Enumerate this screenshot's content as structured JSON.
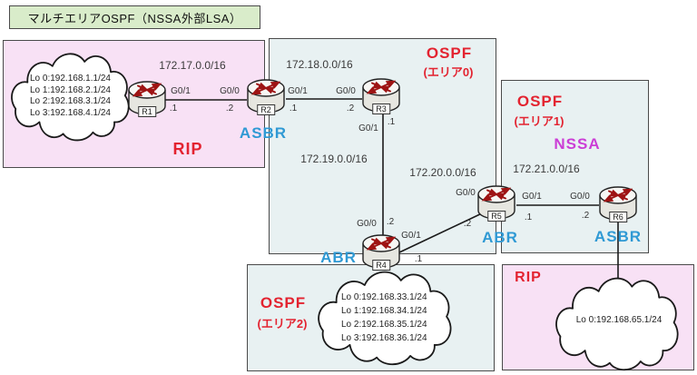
{
  "title": "マルチエリアOSPF（NSSA外部LSA）",
  "colors": {
    "rip_region_bg": "#f8e1f5",
    "ospf_region_bg": "#e8f1f2",
    "title_bg": "#d9ecca",
    "red_label": "#e32330",
    "blue_role_label": "#2f99d4",
    "nssa_label": "#cb3ed6"
  },
  "regions": {
    "rip_left": {
      "protocol": "RIP"
    },
    "ospf_area0": {
      "protocol": "OSPF",
      "area": "(エリア0)"
    },
    "ospf_area1": {
      "protocol": "OSPF",
      "area": "(エリア1)",
      "type": "NSSA"
    },
    "ospf_area2": {
      "protocol": "OSPF",
      "area": "(エリア2)"
    },
    "rip_right": {
      "protocol": "RIP"
    }
  },
  "routers": [
    {
      "name": "R1",
      "role": ""
    },
    {
      "name": "R2",
      "role": "ASBR"
    },
    {
      "name": "R3",
      "role": ""
    },
    {
      "name": "R4",
      "role": "ABR"
    },
    {
      "name": "R5",
      "role": "ABR"
    },
    {
      "name": "R6",
      "role": "ASBR"
    }
  ],
  "links": [
    {
      "network": "172.17.0.0/16",
      "left_if": "G0/1",
      "left_addr": ".1",
      "right_if": "G0/0",
      "right_addr": ".2"
    },
    {
      "network": "172.18.0.0/16",
      "left_if": "G0/1",
      "left_addr": ".1",
      "right_if": "G0/0",
      "right_addr": ".2"
    },
    {
      "network": "172.19.0.0/16",
      "top_if": "G0/1",
      "top_addr": ".1",
      "bottom_if": "G0/0",
      "bottom_addr": ".2"
    },
    {
      "network": "172.20.0.0/16",
      "left_if": "G0/1",
      "left_addr": ".1",
      "right_if": "G0/0",
      "right_addr": ".2"
    },
    {
      "network": "172.21.0.0/16",
      "left_if": "G0/1",
      "left_addr": ".1",
      "right_if": "G0/0",
      "right_addr": ".2"
    }
  ],
  "clouds": [
    {
      "lines": [
        "Lo 0:192.168.1.1/24",
        "Lo 1:192.168.2.1/24",
        "Lo 2:192.168.3.1/24",
        "Lo 3:192.168.4.1/24"
      ]
    },
    {
      "lines": [
        "Lo 0:192.168.33.1/24",
        "Lo 1:192.168.34.1/24",
        "Lo 2:192.168.35.1/24",
        "Lo 3:192.168.36.1/24"
      ]
    },
    {
      "lines": [
        "Lo 0:192.168.65.1/24"
      ]
    }
  ]
}
